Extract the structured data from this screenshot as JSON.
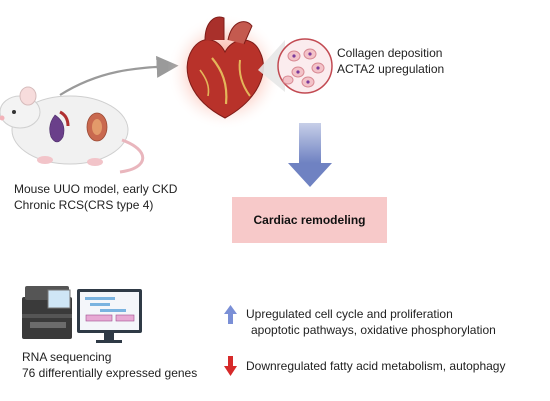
{
  "mouse_caption": {
    "line1": "Mouse UUO model, early CKD",
    "line2": "Chronic RCS(CRS type 4)"
  },
  "histology_caption": {
    "line1": "Collagen deposition",
    "line2": "ACTA2 upregulation"
  },
  "outcome_box": {
    "label": "Cardiac remodeling",
    "color": "#f7c9c9"
  },
  "sequencing_caption": {
    "line1": "RNA sequencing",
    "line2": "76 differentially expressed genes"
  },
  "upregulated": {
    "line1": "Upregulated cell cycle and proliferation",
    "line2": "apoptotic pathways, oxidative phosphorylation",
    "arrow_color": "#7a8fd6"
  },
  "downregulated": {
    "line1": "Downregulated fatty acid metabolism, autophagy",
    "arrow_color": "#d62a2a"
  },
  "icons": [
    "mouse-icon",
    "heart-icon",
    "histology-tissue-icon",
    "sequencer-icon",
    "monitor-icon"
  ]
}
